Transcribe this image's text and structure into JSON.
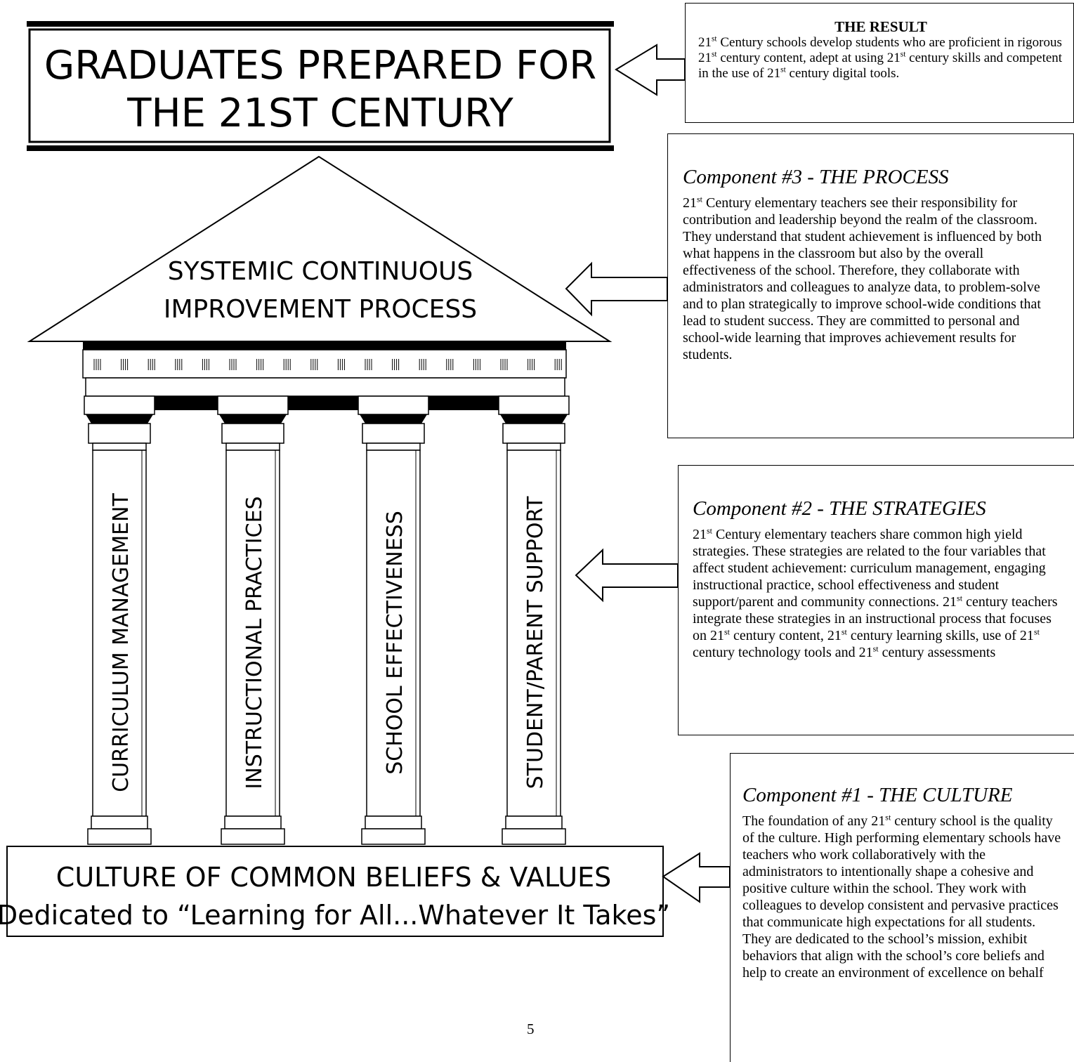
{
  "temple": {
    "roof_line1": "GRADUATES PREPARED FOR",
    "roof_line2": "THE 21ST CENTURY",
    "pediment_line1": "SYSTEMIC CONTINUOUS",
    "pediment_line2": "IMPROVEMENT PROCESS",
    "pillars": [
      "CURRICULUM MANAGEMENT",
      "INSTRUCTIONAL PRACTICES",
      "SCHOOL EFFECTIVENESS",
      "STUDENT/PARENT SUPPORT"
    ],
    "base_line1": "CULTURE OF COMMON BELIEFS & VALUES",
    "base_line2": "Dedicated to “Learning for All...Whatever It Takes”"
  },
  "result": {
    "title": "THE RESULT",
    "t1": "21",
    "s1": "st",
    "t2": " Century schools develop students who are proficient in rigorous 21",
    "s2": "st",
    "t3": " century content, adept at using 21",
    "s3": "st",
    "t4": " century skills and competent in the use of 21",
    "s4": "st",
    "t5": " century digital tools."
  },
  "component3": {
    "title": "Component #3 - THE PROCESS",
    "t1": "21",
    "s1": "st",
    "t2": " Century elementary teachers see their responsibility for contribution and leadership beyond the realm of the classroom.  They understand that student achievement is influenced by both what happens in the classroom but also by the overall effectiveness of the school.  Therefore, they collaborate with administrators and colleagues to analyze data, to problem-solve and to plan strategically to improve school-wide conditions that lead to student success.  They are committed to personal and school-wide learning that improves achievement results for students."
  },
  "component2": {
    "title": "Component #2 - THE STRATEGIES",
    "t1": "21",
    "s1": "st",
    "t2": " Century elementary teachers share common high yield strategies.  These strategies are related to the four variables that affect student achievement: curriculum management, engaging instructional practice, school effectiveness and student support/parent and community connections.  21",
    "s2": "st",
    "t3": " century teachers integrate these strategies in an instructional process that focuses on 21",
    "s3": "st",
    "t4": " century content, 21",
    "s4": "st",
    "t5": " century learning skills, use of 21",
    "s5": "st",
    "t6": " century technology tools and 21",
    "s6": "st",
    "t7": " century assessments"
  },
  "component1": {
    "title": "Component #1 - THE CULTURE",
    "t1": "The foundation of any 21",
    "s1": "st",
    "t2": " century school is the quality of the culture.  High performing elementary schools have teachers who work collaboratively with the administrators to intentionally shape a cohesive and positive culture within the school. They work with colleagues to develop consistent and pervasive practices that communicate high expectations for all students. They are dedicated to the school’s mission, exhibit behaviors that align with the school’s core beliefs and help to create an environment of excellence on behalf"
  },
  "page_number": "5"
}
